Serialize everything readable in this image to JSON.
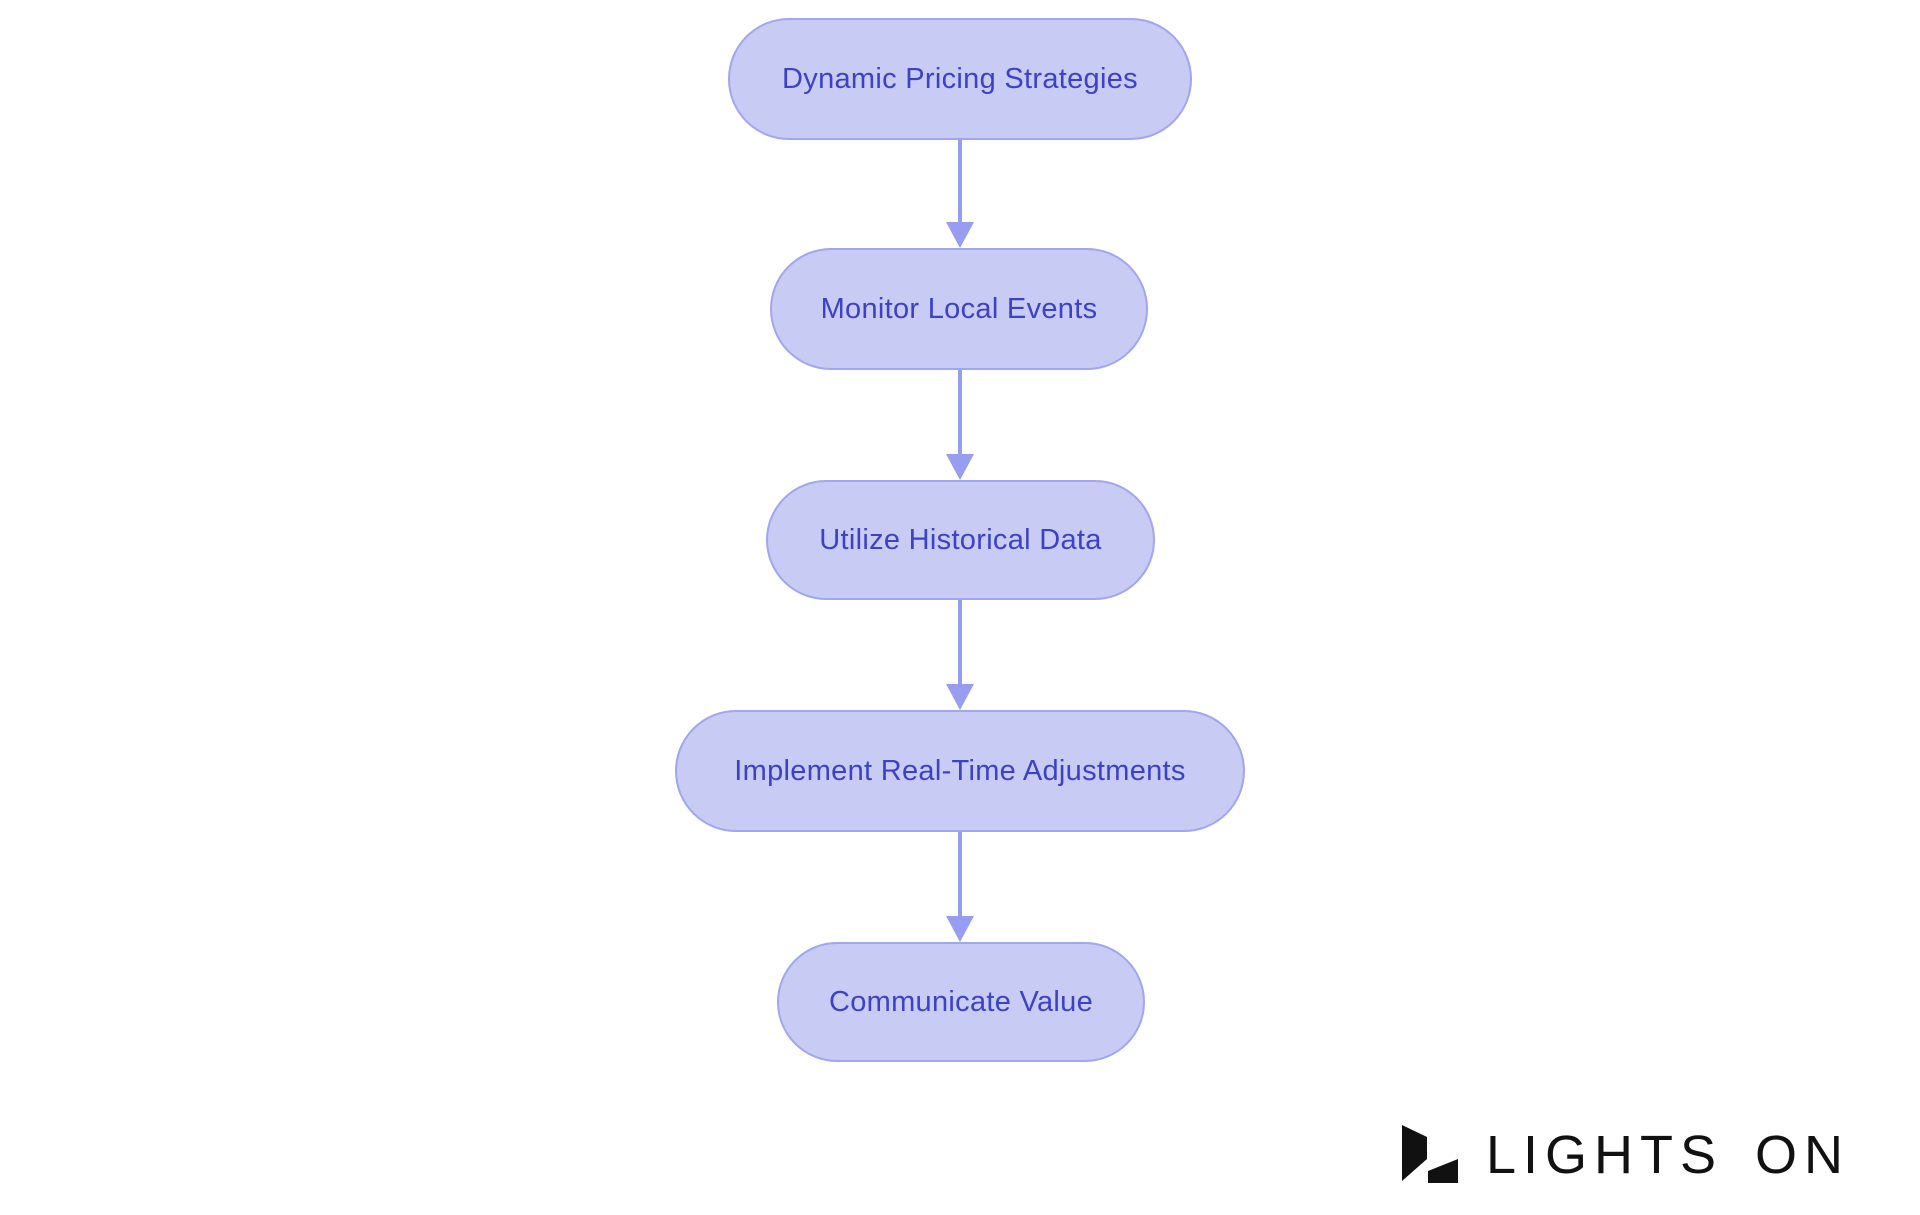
{
  "page": {
    "background": "#ffffff"
  },
  "flowchart": {
    "type": "vertical-flow",
    "nodes": [
      {
        "id": "n1",
        "label": "Dynamic Pricing Strategies"
      },
      {
        "id": "n2",
        "label": "Monitor Local Events"
      },
      {
        "id": "n3",
        "label": "Utilize Historical Data"
      },
      {
        "id": "n4",
        "label": "Implement Real-Time Adjustments"
      },
      {
        "id": "n5",
        "label": "Communicate Value"
      }
    ],
    "edges": [
      {
        "from": "n1",
        "to": "n2",
        "direction": "down"
      },
      {
        "from": "n2",
        "to": "n3",
        "direction": "down"
      },
      {
        "from": "n3",
        "to": "n4",
        "direction": "down"
      },
      {
        "from": "n4",
        "to": "n5",
        "direction": "down"
      }
    ],
    "colors": {
      "node_fill": "#c8cbf4",
      "node_border": "#a0a6ef",
      "node_text": "#3c41c6",
      "arrow": "#979df0"
    }
  },
  "logo": {
    "text": "LIGHTS ON",
    "mark_icon": "lights-on-flag-mark",
    "color": "#111111"
  }
}
